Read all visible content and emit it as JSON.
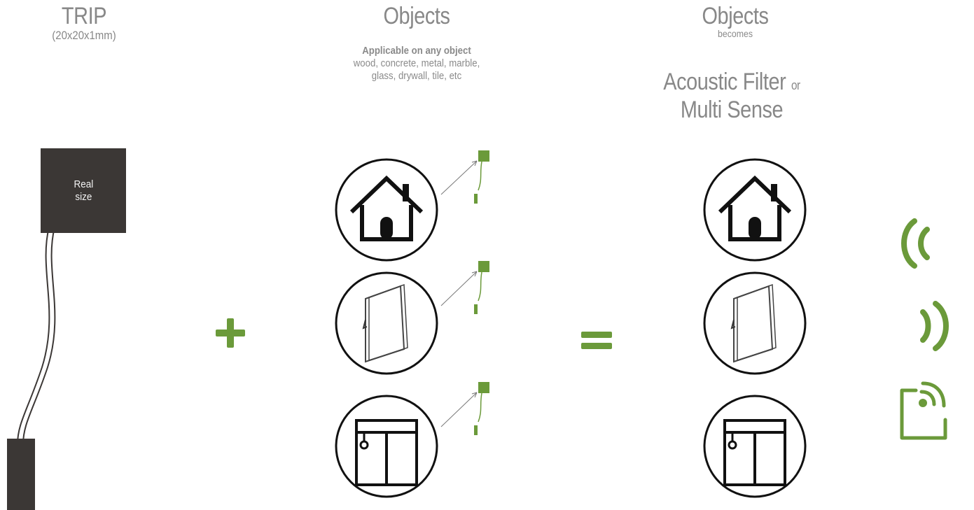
{
  "trip": {
    "title": "TRIP",
    "dimensions": "(20x20x1mm)",
    "device_label_line1": "Real",
    "device_label_line2": "size"
  },
  "objects_column": {
    "title": "Objects",
    "applicable_heading": "Applicable on any object",
    "materials_line1": "wood, concrete, metal, marble,",
    "materials_line2": "glass, drywall, tile, etc",
    "icons": [
      "house-icon",
      "door-icon",
      "window-icon"
    ]
  },
  "result_column": {
    "title": "Objects",
    "becomes": "becomes",
    "acoustic_filter": "Acoustic Filter",
    "or": "or",
    "multi_sense": "Multi Sense",
    "icons": [
      "house-icon",
      "door-icon",
      "window-icon"
    ]
  },
  "operators": {
    "plus": "+",
    "equals": "="
  },
  "colors": {
    "accent_green": "#6b9a3a",
    "dark_device": "#3b3735",
    "text_gray": "#888888"
  },
  "output_icons": [
    "sound-waves-left-icon",
    "sound-waves-right-icon",
    "sense-panel-icon"
  ]
}
